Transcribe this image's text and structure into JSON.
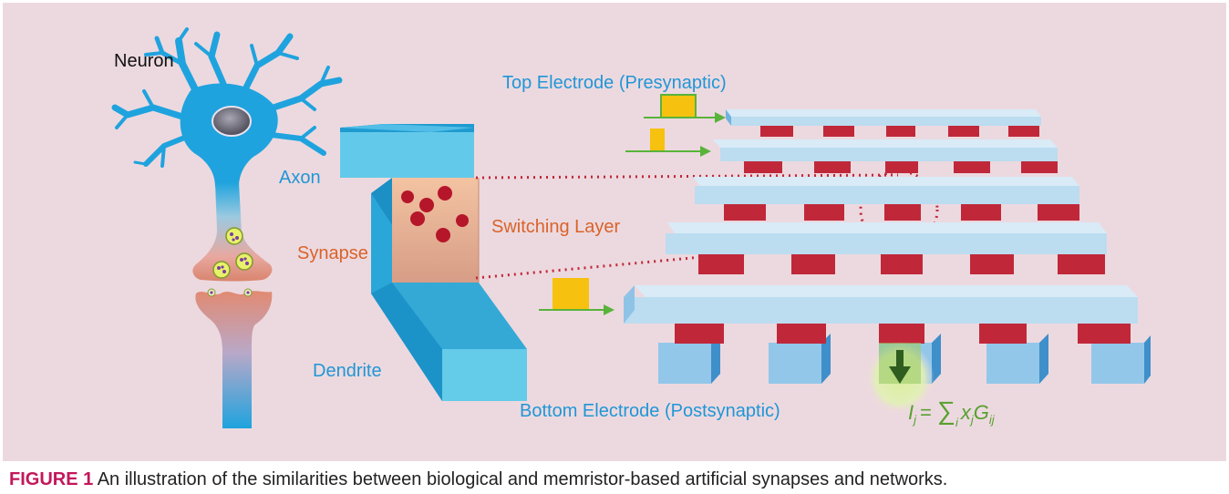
{
  "labels": {
    "neuron": "Neuron",
    "axon": "Axon",
    "synapse": "Synapse",
    "dendrite": "Dendrite",
    "switching_layer": "Switching Layer",
    "top_electrode": "Top Electrode (Presynaptic)",
    "bottom_electrode": "Bottom Electrode (Postsynaptic)"
  },
  "equation": {
    "lhs": "I",
    "lhs_sub": "j",
    "equals": "= ",
    "sum": "∑",
    "sum_sub": "i",
    "x": "x",
    "x_sub": "j",
    "g": "G",
    "g_sub": "ij"
  },
  "caption": {
    "figure_label": "FIGURE 1",
    "text": " An illustration of the similarities between biological and memristor-based artificial synapses and networks."
  },
  "colors": {
    "background": "#ecd9df",
    "neuron_blue": "#1fa3de",
    "label_blue": "#2196d6",
    "synapse_orange": "#d9632a",
    "electrode_light": "#bcdcf0",
    "electrode_mid": "#6fb3e0",
    "memristor_red": "#c0283a",
    "pulse_yellow": "#f7c10f",
    "arrow_green": "#59b33b",
    "dotted_red": "#c0283a",
    "caption_magenta": "#c2185b"
  }
}
